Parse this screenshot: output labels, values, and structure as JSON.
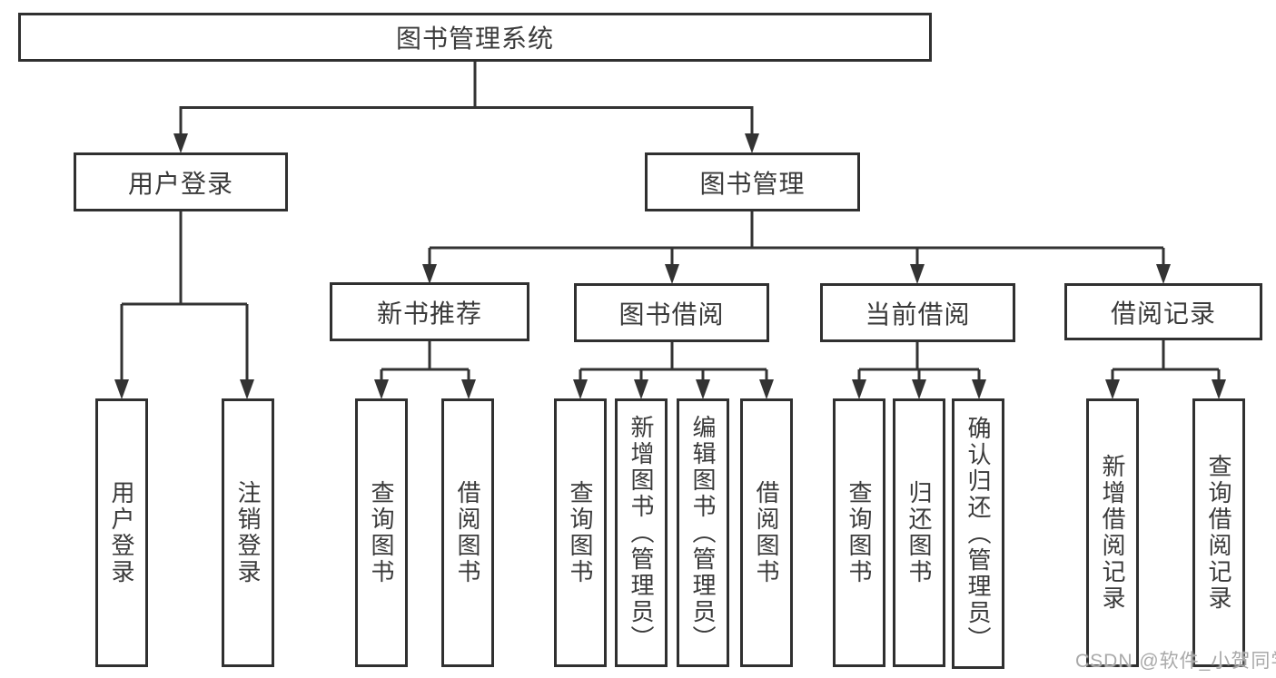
{
  "diagram": {
    "title": "图书管理系统",
    "root": {
      "label": "图书管理系统"
    },
    "level2": [
      {
        "label": "用户登录"
      },
      {
        "label": "图书管理"
      }
    ],
    "level3": [
      {
        "label": "新书推荐"
      },
      {
        "label": "图书借阅"
      },
      {
        "label": "当前借阅"
      },
      {
        "label": "借阅记录"
      }
    ],
    "leaves": {
      "user_login": [
        "用户登录",
        "注销登录"
      ],
      "new_books": [
        "查询图书",
        "借阅图书"
      ],
      "book_borrow": [
        "查询图书",
        "新增图书（管理员）",
        "编辑图书（管理员）",
        "借阅图书"
      ],
      "current_borrow": [
        "查询图书",
        "归还图书",
        "确认归还（管理员）"
      ],
      "borrow_records": [
        "新增借阅记录",
        "查询借阅记录"
      ]
    }
  },
  "watermark": {
    "text": "CSDN @软件_小贺同学"
  },
  "colors": {
    "line": "#333333",
    "box_border": "#303030",
    "text": "#3a3a3a",
    "watermark": "#a9a9a9",
    "background": "#ffffff"
  }
}
